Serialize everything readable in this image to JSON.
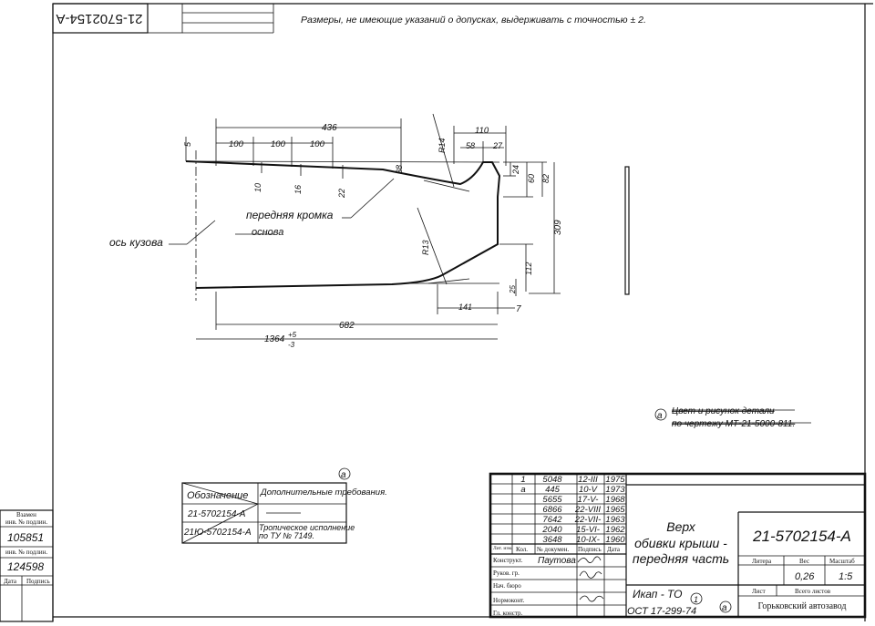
{
  "stamp_number": "21-5702154-А",
  "note_tolerance": "Размеры, не имеющие указаний о допусках,  выдерживать с точностью ± 2.",
  "dims": {
    "d436": "436",
    "d100a": "100",
    "d100b": "100",
    "d100c": "100",
    "d5": "5",
    "d10": "10",
    "d16": "16",
    "d22": "22",
    "d38": "38",
    "dR14": "R14",
    "d110": "110",
    "d58": "58",
    "d27": "27",
    "d24": "24",
    "d60": "60",
    "d82": "82",
    "d309": "309",
    "dR13": "R13",
    "d112": "112",
    "d25": "25",
    "d141": "141",
    "d7": "7",
    "d682": "682",
    "d1364": "1364",
    "d1364_plus": "+5",
    "d1364_minus": "-3"
  },
  "labels": {
    "front_edge": "передняя кромка",
    "base": "основа",
    "body_axis": "ось кузова"
  },
  "color_note": {
    "mark": "а",
    "line1": "Цвет и рисунок детали",
    "line2": "по чертежу МТ-21-5000-811."
  },
  "designation_table": {
    "mark": "а",
    "col1": "Обозначение",
    "col2": "Дополнительные требования.",
    "row1": "21-5702154-А",
    "row2_code": "21Ю-5702154-А",
    "row2_req_line1": "Тропическое исполнение",
    "row2_req_line2": "по ТУ № 7149."
  },
  "side_strip": {
    "replaced_line1": "Взамен",
    "replaced_line2": "инв. № подлин.",
    "num1": "105851",
    "inv_label": "инв. № подлин.",
    "num2": "124598",
    "date_label": "Дата",
    "sign_label": "Подпись"
  },
  "revisions": [
    {
      "n": "1",
      "doc": "5048",
      "sign": "12-III",
      "year": "1975"
    },
    {
      "n": "а",
      "doc": "445",
      "sign": "10-V",
      "year": "1973"
    },
    {
      "n": "",
      "doc": "5655",
      "sign": "17-V-",
      "year": "1968"
    },
    {
      "n": "",
      "doc": "6866",
      "sign": "22-VIII",
      "year": "1965"
    },
    {
      "n": "",
      "doc": "7642",
      "sign": "22-VII-",
      "year": "1963"
    },
    {
      "n": "",
      "doc": "2040",
      "sign": "15-VI-",
      "year": "1962"
    },
    {
      "n": "",
      "doc": "3648",
      "sign": "10-IX-",
      "year": "1960"
    }
  ],
  "title_block": {
    "col_headers": [
      "Лит. изм.",
      "Кол.",
      "№ докумен.",
      "Подпись",
      "Дата"
    ],
    "roles": [
      "Конструкт.",
      "Руков. гр.",
      "Нач. бюро",
      "Нормоконт.",
      "Гл. констр."
    ],
    "designer": "Паутова",
    "title_line1": "Верх",
    "title_line2": "обивки крыши -",
    "title_line3": "передняя часть",
    "code": "21-5702154-А",
    "litera_label": "Литера",
    "weight_label": "Вес",
    "scale_label": "Масштаб",
    "weight": "0,26",
    "scale": "1:5",
    "sheet_label": "Лист",
    "sheets_label": "Всего листов",
    "material": "Икап - ТО",
    "material_mark": "1",
    "standard": "ОСТ 17-299-74",
    "standard_mark": "а",
    "plant": "Горьковский автозавод"
  }
}
